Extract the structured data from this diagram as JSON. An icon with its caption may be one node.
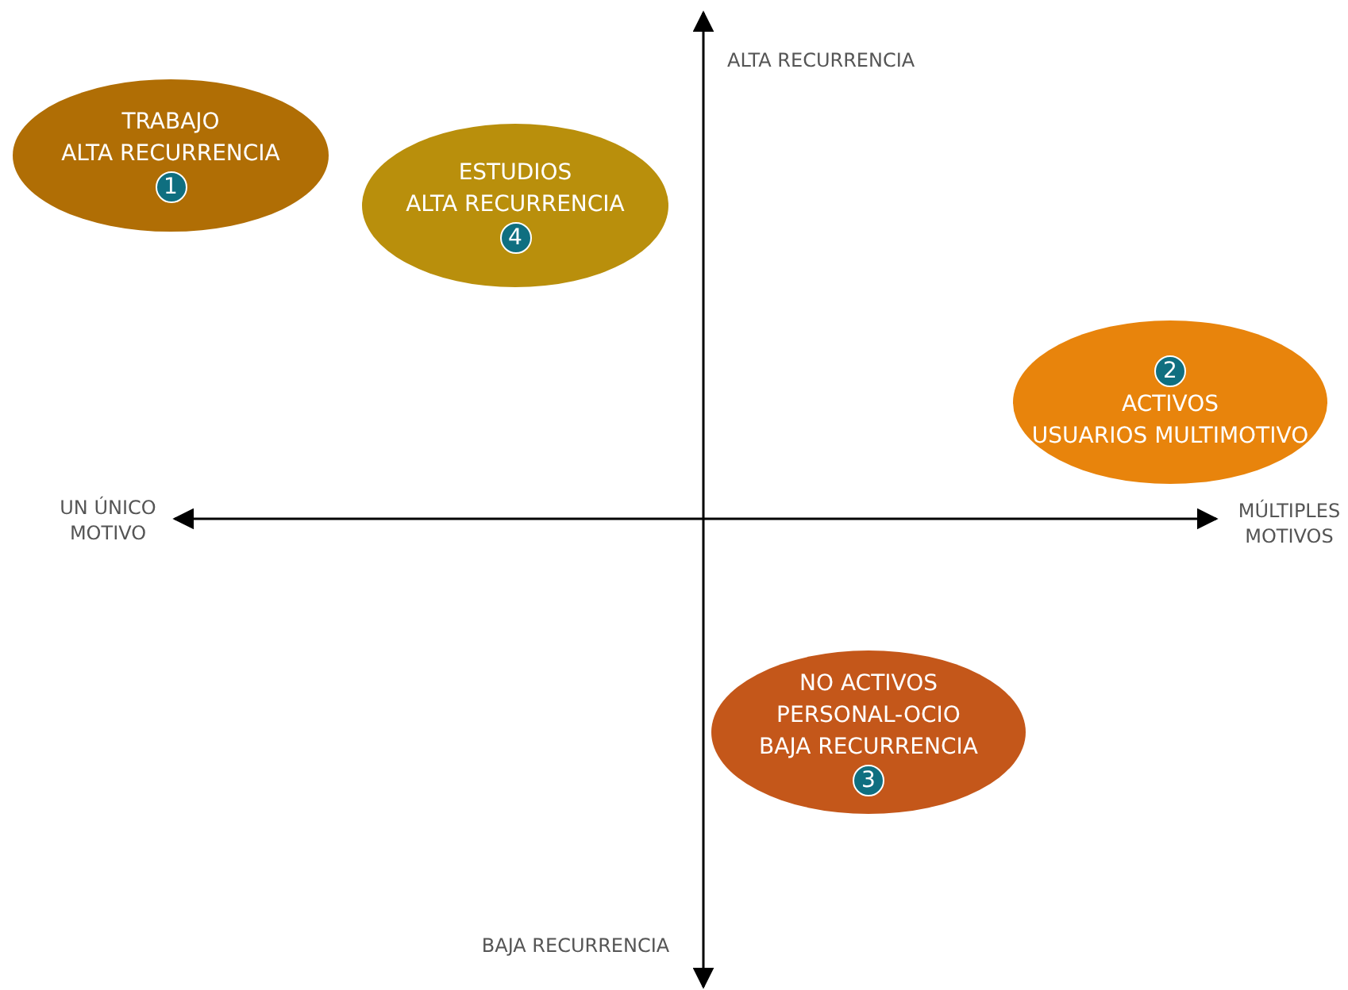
{
  "diagram": {
    "nodes": [
      {
        "text": [
          "TRABAJO",
          "ALTA RECURRENCIA"
        ]
      },
      {
        "text": [
          "1"
        ],
        "in": 0
      },
      {
        "text": [
          "ESTUDIOS",
          "ALTA RECURRENCIA"
        ]
      },
      {
        "text": [
          "4"
        ],
        "in": 2
      },
      {
        "text": [
          "ACTIVOS",
          "USUARIOS MULTIMOTIVO"
        ]
      },
      {
        "text": [
          "2"
        ],
        "in": 4
      },
      {
        "text": [
          "NO ACTIVOS",
          "PERSONAL-OCIO",
          "BAJA RECURRENCIA"
        ]
      },
      {
        "text": [
          "3"
        ],
        "in": 6
      }
    ],
    "labels": [
      "ALTA RECURRENCIA",
      "UN ÚNICO MOTIVO",
      "MÚLTIPLES MOTIVOS",
      "BAJA RECURRENCIA"
    ]
  }
}
